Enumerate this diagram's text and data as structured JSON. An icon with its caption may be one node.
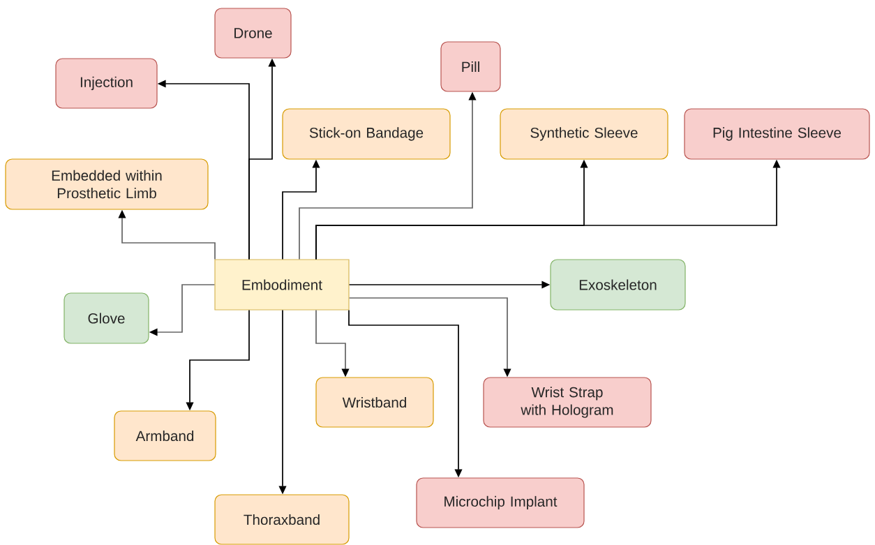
{
  "diagram": {
    "nodes": [
      {
        "text": [
          "Embodiment"
        ]
      },
      {
        "text": [
          "Drone"
        ]
      },
      {
        "text": [
          "Injection"
        ]
      },
      {
        "text": [
          "Pill"
        ]
      },
      {
        "text": [
          "Stick-on Bandage"
        ]
      },
      {
        "text": [
          "Synthetic Sleeve"
        ]
      },
      {
        "text": [
          "Pig Intestine Sleeve"
        ]
      },
      {
        "text": [
          "Embedded within Prosthetic Limb"
        ]
      },
      {
        "text": [
          "Exoskeleton"
        ]
      },
      {
        "text": [
          "Glove"
        ]
      },
      {
        "text": [
          "Wristband"
        ]
      },
      {
        "text": [
          "Wrist Strap with Hologram"
        ]
      },
      {
        "text": [
          "Armband"
        ]
      },
      {
        "text": [
          "Microchip Implant"
        ]
      },
      {
        "text": [
          "Thoraxband"
        ]
      }
    ],
    "edges": [
      {
        "from": 0,
        "to": 1,
        "arrow": "to"
      },
      {
        "from": 0,
        "to": 2,
        "arrow": "to"
      },
      {
        "from": 0,
        "to": 3,
        "arrow": "to",
        "color": "#666666"
      },
      {
        "from": 0,
        "to": 4,
        "arrow": "to"
      },
      {
        "from": 0,
        "to": 5,
        "arrow": "to"
      },
      {
        "from": 0,
        "to": 6,
        "arrow": "to"
      },
      {
        "from": 0,
        "to": 7,
        "arrow": "to",
        "color": "#666666"
      },
      {
        "from": 0,
        "to": 8,
        "arrow": "to"
      },
      {
        "from": 0,
        "to": 9,
        "arrow": "to",
        "color": "#666666"
      },
      {
        "from": 0,
        "to": 10,
        "arrow": "to",
        "color": "#666666"
      },
      {
        "from": 0,
        "to": 11,
        "arrow": "to",
        "color": "#666666"
      },
      {
        "from": 0,
        "to": 12,
        "arrow": "to"
      },
      {
        "from": 0,
        "to": 13,
        "arrow": "to"
      },
      {
        "from": 0,
        "to": 14,
        "arrow": "to"
      }
    ]
  }
}
